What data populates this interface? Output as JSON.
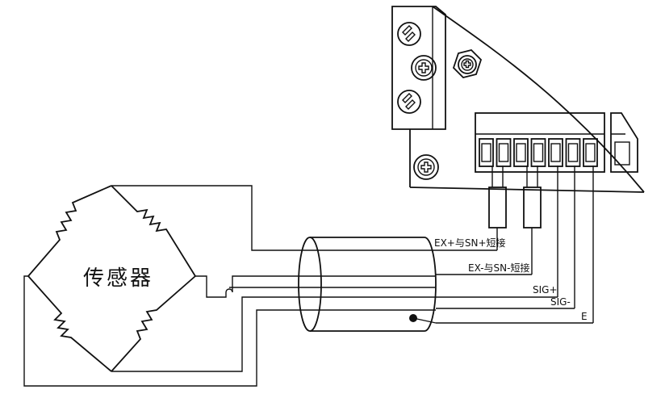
{
  "sensor": {
    "label": "传感器"
  },
  "wires": [
    {
      "id": "ex-plus",
      "label": "EX+与SN+短接"
    },
    {
      "id": "ex-minus",
      "label": "EX-与SN-短接"
    },
    {
      "id": "sig-plus",
      "label": "SIG+"
    },
    {
      "id": "sig-minus",
      "label": "SIG-"
    },
    {
      "id": "earth",
      "label": "E"
    }
  ],
  "terminal_block": {
    "pins": 7
  }
}
